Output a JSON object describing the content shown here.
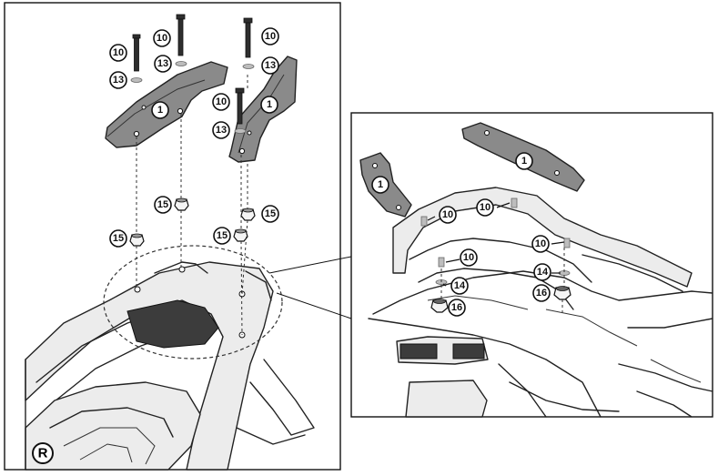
{
  "panels": {
    "left": {
      "region_badge": "R"
    },
    "detail": {}
  },
  "callouts": {
    "left": [
      {
        "id": "c-l-10-a",
        "label": "10"
      },
      {
        "id": "c-l-10-b",
        "label": "10"
      },
      {
        "id": "c-l-10-c",
        "label": "10"
      },
      {
        "id": "c-l-10-d",
        "label": "10"
      },
      {
        "id": "c-l-13-a",
        "label": "13"
      },
      {
        "id": "c-l-13-b",
        "label": "13"
      },
      {
        "id": "c-l-13-c",
        "label": "13"
      },
      {
        "id": "c-l-13-d",
        "label": "13"
      },
      {
        "id": "c-l-1-a",
        "label": "1"
      },
      {
        "id": "c-l-1-b",
        "label": "1"
      },
      {
        "id": "c-l-15-a",
        "label": "15"
      },
      {
        "id": "c-l-15-b",
        "label": "15"
      },
      {
        "id": "c-l-15-c",
        "label": "15"
      },
      {
        "id": "c-l-15-d",
        "label": "15"
      }
    ],
    "right": [
      {
        "id": "c-r-1-a",
        "label": "1"
      },
      {
        "id": "c-r-1-b",
        "label": "1"
      },
      {
        "id": "c-r-10-a",
        "label": "10"
      },
      {
        "id": "c-r-10-b",
        "label": "10"
      },
      {
        "id": "c-r-10-c",
        "label": "10"
      },
      {
        "id": "c-r-10-d",
        "label": "10"
      },
      {
        "id": "c-r-14-a",
        "label": "14"
      },
      {
        "id": "c-r-14-b",
        "label": "14"
      },
      {
        "id": "c-r-16-a",
        "label": "16"
      },
      {
        "id": "c-r-16-b",
        "label": "16"
      }
    ]
  }
}
